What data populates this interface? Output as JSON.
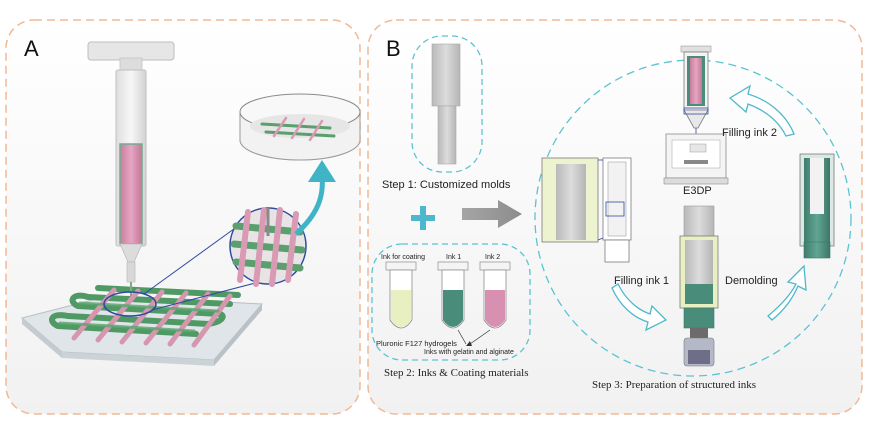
{
  "panel_a": {
    "letter": "A"
  },
  "panel_b": {
    "letter": "B",
    "step1": "Step 1: Customized molds",
    "step2": "Step 2: Inks & Coating materials",
    "step3": "Step 3: Preparation of structured inks",
    "filling_ink_1": "Filling ink 1",
    "filling_ink_2": "Filling ink 2",
    "demolding": "Demolding",
    "printer": "E3DP",
    "tube_labels": [
      "Ink for coating",
      "Ink 1",
      "Ink 2"
    ],
    "pluronic": "Pluronic F127 hydrogels",
    "inks_with": "Inks with gelatin and  alginate"
  },
  "colors": {
    "panel_border": "#f2b894",
    "accent_cyan": "#5cc3d3",
    "ink_green": "#4a8c7a",
    "ink_pink": "#d98fb0",
    "coating_yellow": "#e8efc0",
    "mold_gray": "#c9c9c9"
  }
}
